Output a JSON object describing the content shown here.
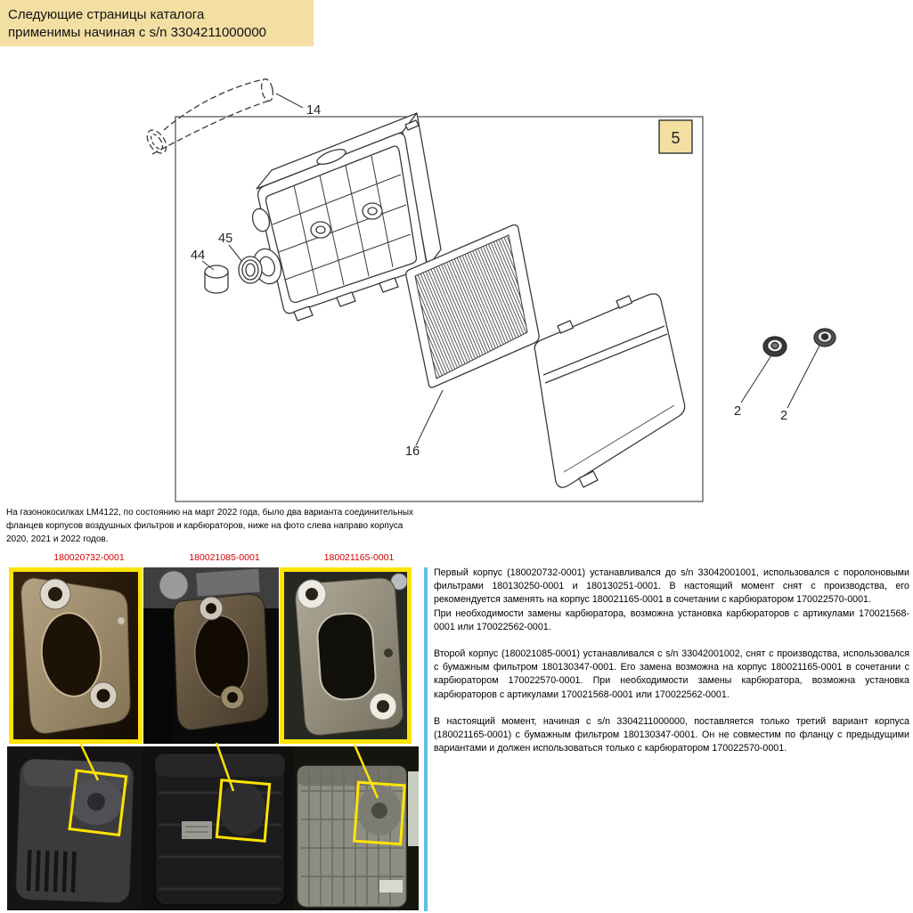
{
  "note": {
    "text": "Следующие страницы каталога применимы начиная с s/n 3304211000000"
  },
  "diagram": {
    "page_number": "5",
    "callouts": {
      "hose": "14",
      "foam_plug": "44",
      "grommet": "45",
      "filter": "16",
      "nut_left": "2",
      "nut_right": "2"
    }
  },
  "caption": "На газонокосилках LM4122, по состоянию на март 2022 года, было два варианта соединительных фланцев корпусов воздушных фильтров и карбюраторов, ниже на фото слева направо корпуса 2020, 2021 и 2022 годов.",
  "photos": {
    "label_1": "180020732-0001",
    "label_2": "180021085-0001",
    "label_3": "180021165-0001"
  },
  "body": {
    "p1": "Первый корпус (180020732-0001) устанавливался до s/n 33042001001, использовался с поролоновыми фильтрами 180130250-0001 и 180130251-0001. В настоящий момент снят с производства, его рекомендуется заменять на корпус 180021165-0001 в сочетании с карбюратором 170022570-0001.",
    "p2": "При необходимости замены карбюратора, возможна установка карбюраторов с артикулами 170021568-0001 или 170022562-0001.",
    "p3": "Второй корпус (180021085-0001) устанавливался с s/n 33042001002, снят с производства, использовался с бумажным фильтром 180130347-0001. Его замена возможна на корпус 180021165-0001 в сочетании с карбюратором 170022570-0001. При необходимости замены карбюратора, возможна установка карбюраторов с артикулами 170021568-0001 или 170022562-0001.",
    "p4": "В настоящий момент, начиная с s/n 3304211000000, поставляется только третий вариант корпуса (180021165-0001) с бумажным фильтром 180130347-0001. Он не совместим по фланцу с предыдущими вариантами и должен использоваться только с карбюратором 170022570-0001."
  },
  "colors": {
    "note_bg": "#f4dfa3",
    "label_red": "#d40000",
    "highlight_yellow": "#ffe400",
    "divider_blue": "#5bc0e8"
  }
}
